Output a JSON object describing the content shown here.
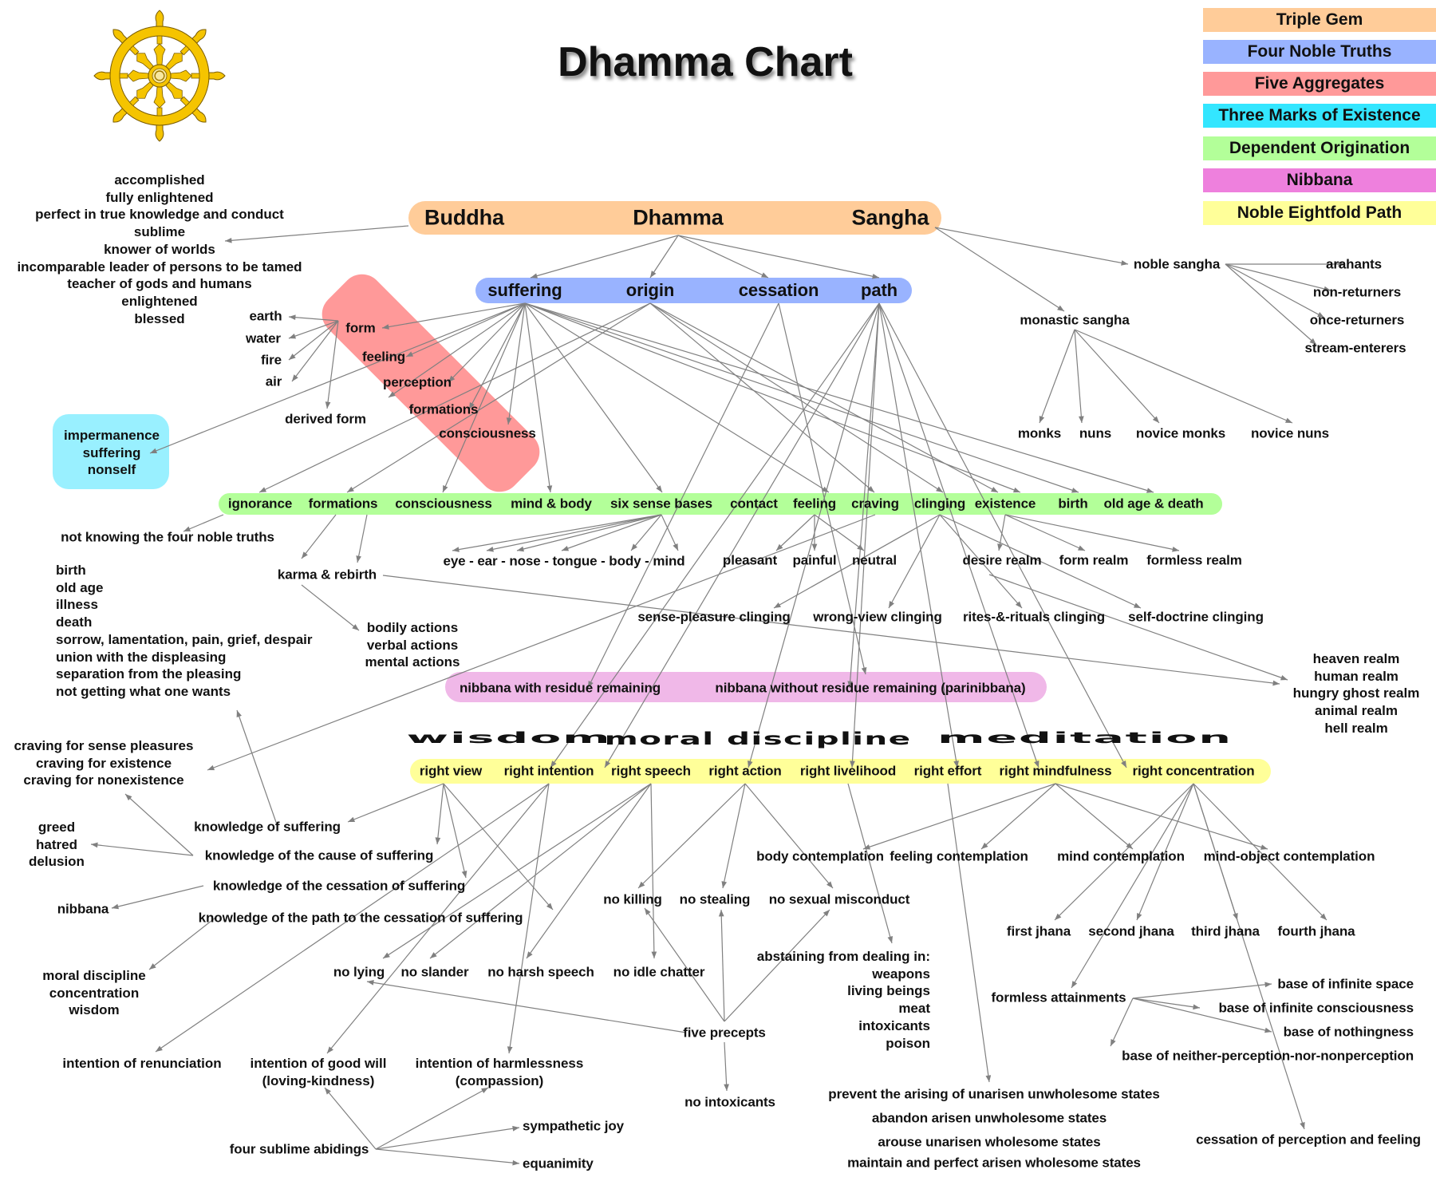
{
  "title": "Dhamma Chart",
  "legend": [
    {
      "label": "Triple Gem",
      "color": "#ffcc99"
    },
    {
      "label": "Four Noble Truths",
      "color": "#99b3ff"
    },
    {
      "label": "Five Aggregates",
      "color": "#ff9999"
    },
    {
      "label": "Three Marks of Existence",
      "color": "#33e6ff"
    },
    {
      "label": "Dependent Origination",
      "color": "#b3ff99"
    },
    {
      "label": "Nibbana",
      "color": "#ee80dd"
    },
    {
      "label": "Noble Eightfold Path",
      "color": "#ffff99"
    }
  ],
  "icon": "dharma-wheel-icon",
  "triple_gem": {
    "color": "#ffcc99",
    "items": [
      "Buddha",
      "Dhamma",
      "Sangha"
    ]
  },
  "buddha_qualities": [
    "accomplished",
    "fully enlightened",
    "perfect in true knowledge and conduct",
    "sublime",
    "knower of worlds",
    "incomparable leader of persons to be tamed",
    "teacher of gods and humans",
    "enlightened",
    "blessed"
  ],
  "sangha": {
    "noble": "noble sangha",
    "noble_members": [
      "arahants",
      "non-returners",
      "once-returners",
      "stream-enterers"
    ],
    "monastic": "monastic sangha",
    "monastic_members": [
      "monks",
      "nuns",
      "novice monks",
      "novice nuns"
    ]
  },
  "four_noble_truths": {
    "color": "#99b3ff",
    "items": [
      "suffering",
      "origin",
      "cessation",
      "path"
    ]
  },
  "five_aggregates": {
    "color": "#ff9999",
    "items": [
      "form",
      "feeling",
      "perception",
      "formations",
      "consciousness"
    ]
  },
  "form_elements": [
    "earth",
    "water",
    "fire",
    "air"
  ],
  "derived_form": "derived form",
  "three_marks": {
    "color": "#99f0ff",
    "items": [
      "impermanence",
      "suffering",
      "nonself"
    ]
  },
  "dependent_origination": {
    "color": "#b3ff99",
    "items": [
      "ignorance",
      "formations",
      "consciousness",
      "mind & body",
      "six sense bases",
      "contact",
      "feeling",
      "craving",
      "clinging",
      "existence",
      "birth",
      "old age & death"
    ]
  },
  "ignorance_detail": "not knowing the four noble truths",
  "suffering_list": [
    "birth",
    "old age",
    "illness",
    "death",
    "sorrow, lamentation, pain, grief, despair",
    "union with the displeasing",
    "separation from the pleasing",
    "not getting what one wants"
  ],
  "karma": "karma & rebirth",
  "actions": [
    "bodily actions",
    "verbal actions",
    "mental actions"
  ],
  "sense_bases": "eye - ear - nose - tongue - body - mind",
  "feelings": [
    "pleasant",
    "painful",
    "neutral"
  ],
  "realms_existence": [
    "desire realm",
    "form realm",
    "formless realm"
  ],
  "clingings": [
    "sense-pleasure clinging",
    "wrong-view clinging",
    "rites-&-rituals clinging",
    "self-doctrine clinging"
  ],
  "rebirth_realms": [
    "heaven realm",
    "human realm",
    "hungry ghost realm",
    "animal realm",
    "hell realm"
  ],
  "nibbana": {
    "color": "#f0b8e8",
    "items": [
      "nibbana with residue remaining",
      "nibbana without residue remaining (parinibbana)"
    ]
  },
  "path_groups": [
    "wisdom",
    "moral discipline",
    "meditation"
  ],
  "eightfold_path": {
    "color": "#ffff99",
    "items": [
      "right view",
      "right intention",
      "right speech",
      "right action",
      "right livelihood",
      "right effort",
      "right mindfulness",
      "right concentration"
    ]
  },
  "cravings": [
    "craving for sense pleasures",
    "craving for existence",
    "craving for nonexistence"
  ],
  "right_view_knowledge": [
    "knowledge of suffering",
    "knowledge of the cause of suffering",
    "knowledge of the cessation of suffering",
    "knowledge of the path to the cessation of suffering"
  ],
  "roots": [
    "greed",
    "hatred",
    "delusion"
  ],
  "nibbana_label": "nibbana",
  "trainings": [
    "moral discipline",
    "concentration",
    "wisdom"
  ],
  "right_speech": [
    "no lying",
    "no slander",
    "no harsh speech",
    "no idle chatter"
  ],
  "intentions": [
    {
      "line1": "intention of renunciation",
      "line2": ""
    },
    {
      "line1": "intention of good will",
      "line2": "(loving-kindness)"
    },
    {
      "line1": "intention of harmlessness",
      "line2": "(compassion)"
    }
  ],
  "sublime_abidings": {
    "label": "four sublime abidings",
    "others": [
      "sympathetic joy",
      "equanimity"
    ]
  },
  "right_action": [
    "no killing",
    "no stealing",
    "no sexual misconduct"
  ],
  "five_precepts": "five precepts",
  "no_intoxicants": "no intoxicants",
  "right_livelihood": {
    "heading": "abstaining from dealing in:",
    "items": [
      "weapons",
      "living beings",
      "meat",
      "intoxicants",
      "poison"
    ]
  },
  "contemplations": [
    "body contemplation",
    "feeling contemplation",
    "mind contemplation",
    "mind-object contemplation"
  ],
  "jhanas": [
    "first jhana",
    "second jhana",
    "third jhana",
    "fourth jhana"
  ],
  "formless": {
    "label": "formless attainments",
    "bases": [
      "base of infinite space",
      "base of infinite consciousness",
      "base of nothingness",
      "base of neither-perception-nor-nonperception"
    ]
  },
  "right_effort": [
    "prevent the arising of unarisen unwholesome states",
    "abandon arisen unwholesome states",
    "arouse unarisen wholesome states",
    "maintain and perfect arisen wholesome states"
  ],
  "cessation_attainment": "cessation of perception and feeling",
  "edge_color": "#808080"
}
